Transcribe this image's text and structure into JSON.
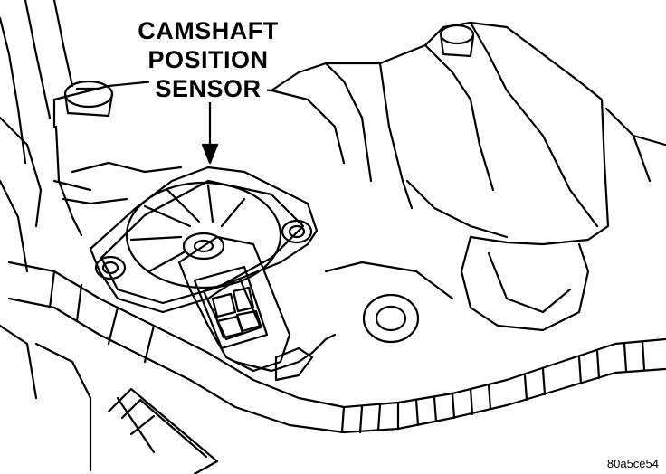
{
  "callout": {
    "line1": "CAMSHAFT",
    "line2": "POSITION",
    "line3": "SENSOR"
  },
  "figure_code": "80a5ce54",
  "colors": {
    "ink": "#000000",
    "paper": "#ffffff"
  }
}
